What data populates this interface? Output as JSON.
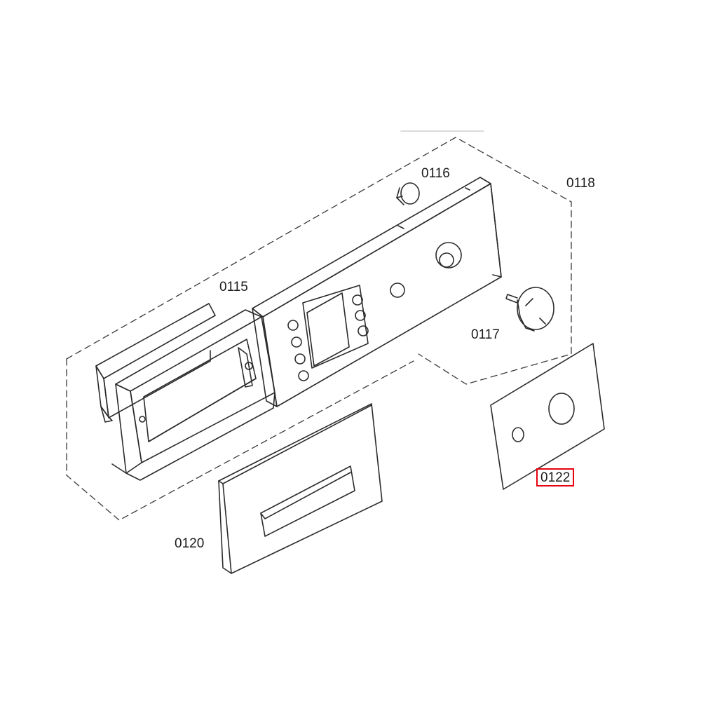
{
  "diagram": {
    "parts": [
      {
        "id": "0115",
        "label": "0115",
        "highlighted": false
      },
      {
        "id": "0116",
        "label": "0116",
        "highlighted": false
      },
      {
        "id": "0117",
        "label": "0117",
        "highlighted": false
      },
      {
        "id": "0118",
        "label": "0118",
        "highlighted": false
      },
      {
        "id": "0120",
        "label": "0120",
        "highlighted": false
      },
      {
        "id": "0122",
        "label": "0122",
        "highlighted": true
      }
    ],
    "colors": {
      "line": "#2b2b2b",
      "dash": "#3a3a3a",
      "highlight": "#e8000e",
      "background": "#ffffff"
    }
  }
}
